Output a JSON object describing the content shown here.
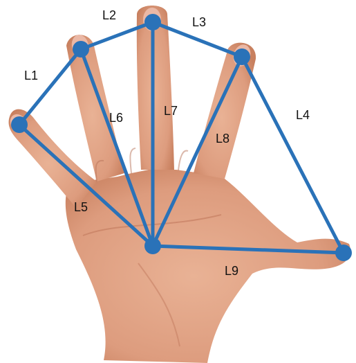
{
  "colors": {
    "line": "#2a72b8",
    "node": "#2a72b8",
    "skin": "#e4a98c",
    "skin_dark": "#c98366",
    "nail": "#e9b4a3",
    "background": "#ffffff"
  },
  "labels": {
    "l1": "L1",
    "l2": "L2",
    "l3": "L3",
    "l4": "L4",
    "l5": "L5",
    "l6": "L6",
    "l7": "L7",
    "l8": "L8",
    "l9": "L9"
  },
  "nodes": [
    "little-fingertip",
    "ring-fingertip",
    "middle-fingertip",
    "index-fingertip",
    "thumb-tip",
    "palm-center"
  ],
  "segments": [
    {
      "label_key": "l1",
      "from": "little-fingertip",
      "to": "ring-fingertip"
    },
    {
      "label_key": "l2",
      "from": "ring-fingertip",
      "to": "middle-fingertip"
    },
    {
      "label_key": "l3",
      "from": "middle-fingertip",
      "to": "index-fingertip"
    },
    {
      "label_key": "l4",
      "from": "index-fingertip",
      "to": "thumb-tip"
    },
    {
      "label_key": "l5",
      "from": "palm-center",
      "to": "little-fingertip"
    },
    {
      "label_key": "l6",
      "from": "palm-center",
      "to": "ring-fingertip"
    },
    {
      "label_key": "l7",
      "from": "palm-center",
      "to": "middle-fingertip"
    },
    {
      "label_key": "l8",
      "from": "palm-center",
      "to": "index-fingertip"
    },
    {
      "label_key": "l9",
      "from": "palm-center",
      "to": "thumb-tip"
    }
  ]
}
